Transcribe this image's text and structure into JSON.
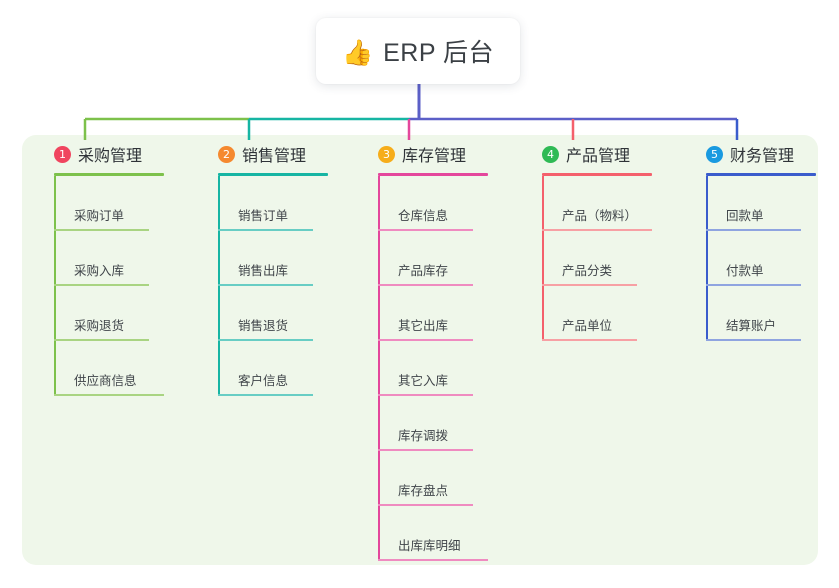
{
  "diagram": {
    "type": "mind-map",
    "title": "ERP 后台",
    "root": {
      "icon": "thumbs-up-emoji",
      "icon_glyph": "👍",
      "label": "ERP 后台"
    },
    "panel_color": "#eff7ea",
    "bus_colors": {
      "left_segment": "#7dc14b",
      "mid_segment": "#16b5a3",
      "right_segment": "#5b5fc7"
    },
    "branches": [
      {
        "number": "1",
        "label": "采购管理",
        "badge_color": "#f0455f",
        "rule_color": "#7dc14b",
        "leaf_rule_color": "#a9d482",
        "stem_color": "#7dc14b",
        "items": [
          "采购订单",
          "采购入库",
          "采购退货",
          "供应商信息"
        ]
      },
      {
        "number": "2",
        "label": "销售管理",
        "badge_color": "#f5892f",
        "rule_color": "#16b5a3",
        "leaf_rule_color": "#68cdc4",
        "stem_color": "#16b5a3",
        "items": [
          "销售订单",
          "销售出库",
          "销售退货",
          "客户信息"
        ]
      },
      {
        "number": "3",
        "label": "库存管理",
        "badge_color": "#f6ad1a",
        "rule_color": "#e4479c",
        "leaf_rule_color": "#ef8bc0",
        "stem_color": "#e4479c",
        "items": [
          "仓库信息",
          "产品库存",
          "其它出库",
          "其它入库",
          "库存调拨",
          "库存盘点",
          "出库库明细"
        ]
      },
      {
        "number": "4",
        "label": "产品管理",
        "badge_color": "#2fba55",
        "rule_color": "#f4606c",
        "leaf_rule_color": "#f7a0a4",
        "stem_color": "#f4606c",
        "items": [
          "产品（物料）",
          "产品分类",
          "产品单位"
        ]
      },
      {
        "number": "5",
        "label": "财务管理",
        "badge_color": "#1a9ae0",
        "rule_color": "#3a5ccc",
        "leaf_rule_color": "#8fa4e0",
        "stem_color": "#3a5ccc",
        "items": [
          "回款单",
          "付款单",
          "结算账户"
        ]
      }
    ]
  }
}
